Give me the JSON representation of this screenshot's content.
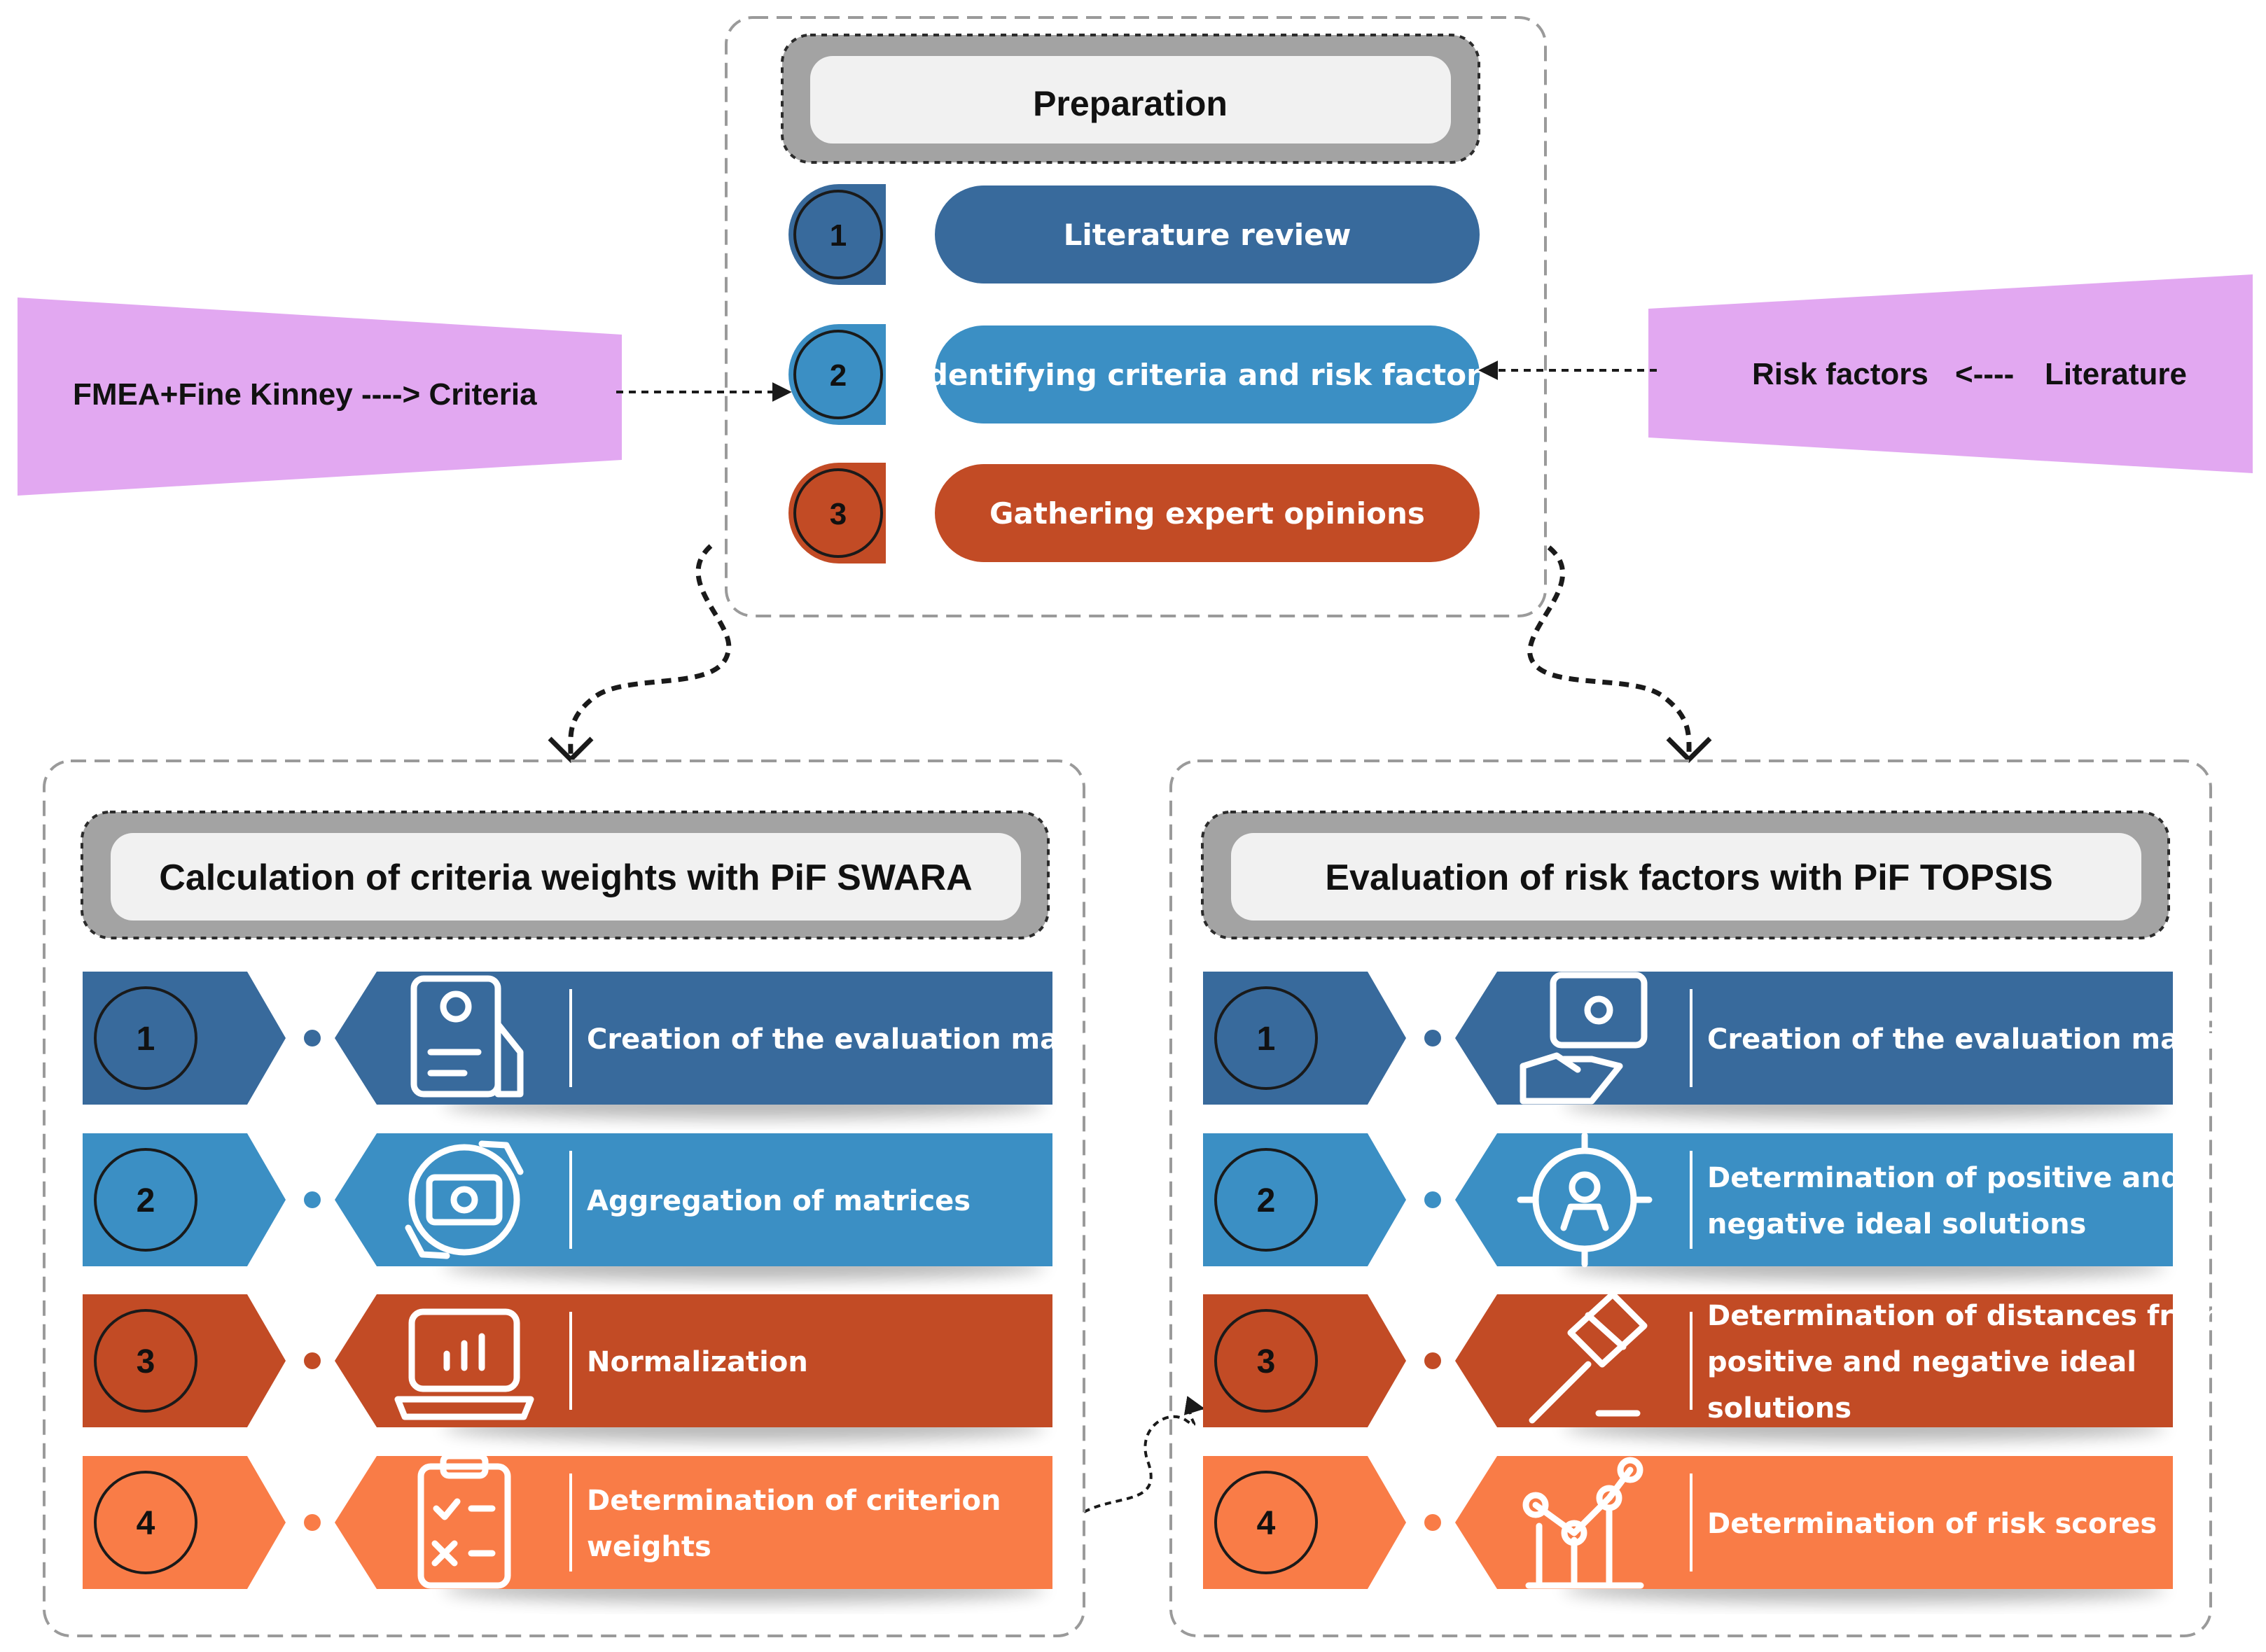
{
  "colors": {
    "dark_blue": "#386A9C",
    "mid_blue": "#3B8FC4",
    "rust": "#C24B25",
    "orange": "#F97C47",
    "lilac": "#E2A8F1",
    "frame_gray": "#9A9A9A"
  },
  "preparation": {
    "title": "Preparation",
    "steps": [
      {
        "num": "1",
        "label": "Literature review",
        "color": "#386A9C"
      },
      {
        "num": "2",
        "label": "Identifying criteria and risk factors",
        "color": "#3B8FC4"
      },
      {
        "num": "3",
        "label": "Gathering expert opinions",
        "color": "#C24B25"
      }
    ]
  },
  "inputs": {
    "left": "FMEA+Fine Kinney ----> Criteria",
    "right_a": "Risk factors",
    "right_arrow": "<----",
    "right_b": "Literature"
  },
  "swara": {
    "title": "Calculation of criteria weights with PiF SWARA",
    "steps": [
      {
        "num": "1",
        "icon": "document-settings-icon",
        "lines": [
          "Creation of the evaluation matrix"
        ],
        "color": "#386A9C"
      },
      {
        "num": "2",
        "icon": "money-cycle-icon",
        "lines": [
          "Aggregation of matrices"
        ],
        "color": "#3B8FC4"
      },
      {
        "num": "3",
        "icon": "laptop-chart-icon",
        "lines": [
          "Normalization"
        ],
        "color": "#C24B25"
      },
      {
        "num": "4",
        "icon": "checklist-icon",
        "lines": [
          "Determination of criterion",
          "weights"
        ],
        "color": "#F97C47"
      }
    ]
  },
  "topsis": {
    "title": "Evaluation of risk factors with PiF TOPSIS",
    "steps": [
      {
        "num": "1",
        "icon": "hand-money-icon",
        "lines": [
          "Creation of the evaluation matrix"
        ],
        "color": "#386A9C"
      },
      {
        "num": "2",
        "icon": "target-person-icon",
        "lines": [
          "Determination of positive and",
          "negative ideal solutions"
        ],
        "color": "#3B8FC4"
      },
      {
        "num": "3",
        "icon": "gavel-icon",
        "lines": [
          "Determination of distances from",
          "positive and negative ideal",
          "solutions"
        ],
        "color": "#C24B25"
      },
      {
        "num": "4",
        "icon": "growth-chart-icon",
        "lines": [
          "Determination of risk scores"
        ],
        "color": "#F97C47"
      }
    ]
  }
}
